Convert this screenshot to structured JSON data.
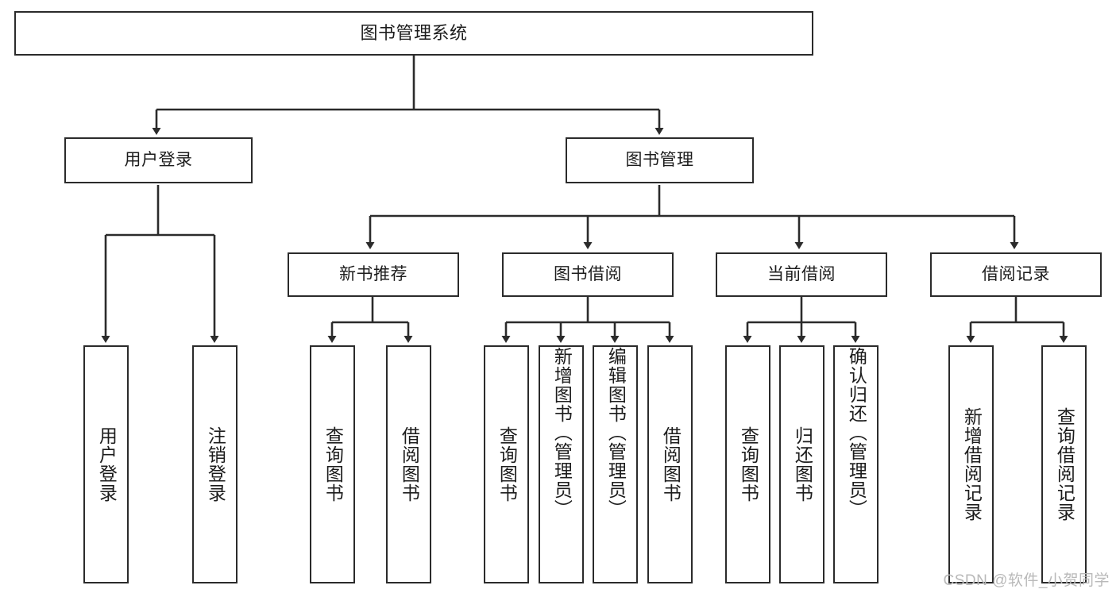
{
  "diagram": {
    "type": "tree",
    "title": "图书管理系统",
    "root": {
      "label": "图书管理系统"
    },
    "level2": [
      {
        "id": "user-login",
        "label": "用户登录"
      },
      {
        "id": "book-manage",
        "label": "图书管理"
      }
    ],
    "level3": [
      {
        "id": "new-book-recommend",
        "label": "新书推荐",
        "parent": "book-manage"
      },
      {
        "id": "book-borrow",
        "label": "图书借阅",
        "parent": "book-manage"
      },
      {
        "id": "current-borrow",
        "label": "当前借阅",
        "parent": "book-manage"
      },
      {
        "id": "borrow-record",
        "label": "借阅记录",
        "parent": "book-manage"
      }
    ],
    "leaves": [
      {
        "id": "leaf-user-login",
        "label": "用户登录",
        "parent": "user-login"
      },
      {
        "id": "leaf-logout",
        "label": "注销登录",
        "parent": "user-login"
      },
      {
        "id": "leaf-query-book-1",
        "label": "查询图书",
        "parent": "new-book-recommend"
      },
      {
        "id": "leaf-borrow-book-1",
        "label": "借阅图书",
        "parent": "new-book-recommend"
      },
      {
        "id": "leaf-query-book-2",
        "label": "查询图书",
        "parent": "book-borrow"
      },
      {
        "id": "leaf-add-book",
        "label": "新增图书（管理员）",
        "parent": "book-borrow"
      },
      {
        "id": "leaf-edit-book",
        "label": "编辑图书（管理员）",
        "parent": "book-borrow"
      },
      {
        "id": "leaf-borrow-book-2",
        "label": "借阅图书",
        "parent": "book-borrow"
      },
      {
        "id": "leaf-query-book-3",
        "label": "查询图书",
        "parent": "current-borrow"
      },
      {
        "id": "leaf-return-book",
        "label": "归还图书",
        "parent": "current-borrow"
      },
      {
        "id": "leaf-confirm-return",
        "label": "确认归还（管理员）",
        "parent": "current-borrow"
      },
      {
        "id": "leaf-add-record",
        "label": "新增借阅记录",
        "parent": "borrow-record"
      },
      {
        "id": "leaf-query-record",
        "label": "查询借阅记录",
        "parent": "borrow-record"
      }
    ],
    "colors": {
      "stroke": "#2b2b2b",
      "fill": "#ffffff",
      "text": "#1c1c1c",
      "watermark": "#b9b9b9"
    }
  },
  "watermark": {
    "text": "CSDN @软件_小贺同学"
  }
}
